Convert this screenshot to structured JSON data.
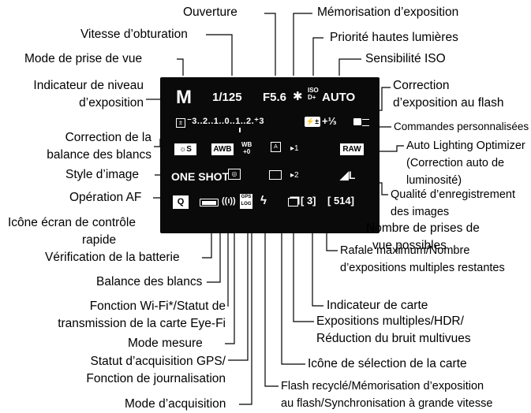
{
  "labels": {
    "ouverture": "Ouverture",
    "memo_expo": "Mémorisation d’exposition",
    "vitesse": "Vitesse d’obturation",
    "priorite": "Priorité hautes lumières",
    "mode_prise": "Mode de prise de vue",
    "sensibilite": "Sensibilité ISO",
    "indicateur_1": "Indicateur de niveau",
    "indicateur_2": "d’exposition",
    "correction_flash_1": "Correction",
    "correction_flash_2": "d’exposition au flash",
    "commandes": "Commandes personnalisées",
    "correction_bb_1": "Correction de la",
    "correction_bb_2": "balance des blancs",
    "alo_1": "Auto Lighting Optimizer",
    "alo_2": "(Correction auto de",
    "alo_3": "luminosité)",
    "style": "Style d’image",
    "operation_af": "Opération AF",
    "qualite_1": "Qualité d’enregistrement",
    "qualite_2": "des images",
    "ecran_1": "Icône écran de contrôle",
    "ecran_2": "rapide",
    "prises_1": "Nombre de prises de",
    "prises_2": "vue possibles",
    "batterie": "Vérification de la batterie",
    "rafale_1": "Rafale maximum/Nombre",
    "rafale_2": "d’expositions multiples restantes",
    "balance": "Balance des blancs",
    "wifi_1": "Fonction Wi-Fi*/Statut de",
    "wifi_2": "transmission de la carte Eye-Fi",
    "carte": "Indicateur de carte",
    "mesure": "Mode mesure",
    "multi_1": "Expositions multiples/HDR/",
    "multi_2": "Réduction du bruit multivues",
    "gps_1": "Statut d’acquisition GPS/",
    "gps_2": "Fonction de journalisation",
    "selection_carte": "Icône de sélection de la carte",
    "acquisition": "Mode d’acquisition",
    "flash_1": "Flash recyclé/Mémorisation d’exposition",
    "flash_2": "au flash/Synchronisation à grande vitesse"
  },
  "screen": {
    "mode": "M",
    "shutter": "1/125",
    "aperture": "F5.6",
    "ael": "✱",
    "iso_top": "ISO",
    "iso_sub": "D+",
    "iso_value": "AUTO",
    "scale": "⁻3..2..1..0..1..2.⁺3",
    "flash_comp": "+⅓",
    "flash_icon": "⚡±",
    "picture_style": "☼S",
    "wb_mode": "AWB",
    "wb_shift_top": "WB",
    "wb_shift_bottom": "+0",
    "raw": "RAW",
    "af_mode": "ONE SHOT",
    "quality": "◢L",
    "card_slot_1": "▸1",
    "card_slot_2": "▸2",
    "q_icon": "Q",
    "gps_top": "GPS",
    "gps_bottom": "LOG",
    "flash_ready": "ϟ",
    "burst": "[ 3]",
    "shots": "[ 514]"
  },
  "colors": {
    "screen_bg": "#0a0a0a",
    "screen_fg": "#ffffff",
    "line": "#000000"
  }
}
